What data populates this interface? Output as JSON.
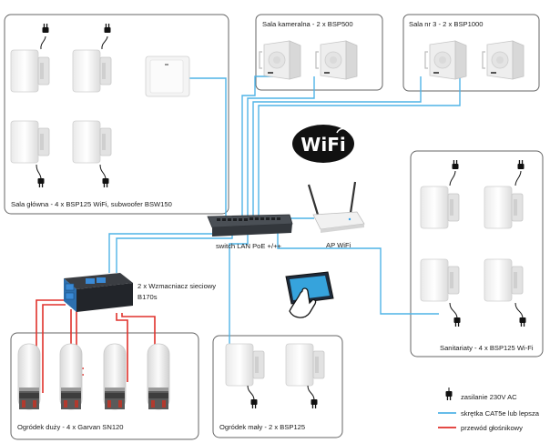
{
  "rooms": {
    "main_hall": "Sala główna - 4 x BSP125 WiFi, subwoofer BSW150",
    "chamber_hall": "Sala kameralna - 2 x BSP500",
    "hall3": "Sala nr 3 - 2 x BSP1000",
    "sanitary": "Sanitariaty - 4 x BSP125 Wi-Fi",
    "garden_large": "Ogródek duży - 4 x Garvan SN120",
    "garden_small": "Ogródek mały - 2 x BSP125"
  },
  "devices": {
    "switch": "switch LAN PoE +/++",
    "ap": "AP WiFi",
    "amplifier_line1": "2 x Wzmacniacz sieciowy",
    "amplifier_line2": "B170s",
    "wifi_logo": "WiFi"
  },
  "legend": {
    "power": "zasilanie 230V AC",
    "lan": "skrętka CAT5e lub lepsza",
    "speaker": "przewód głośnikowy"
  },
  "colors": {
    "lan": "#4fb3e6",
    "speaker_wire": "#e0312b",
    "box_border": "#555555"
  },
  "icons": [
    "power-plug-icon",
    "wifi-logo-icon",
    "tablet-touch-icon",
    "switch-icon",
    "access-point-icon",
    "amplifier-icon"
  ]
}
